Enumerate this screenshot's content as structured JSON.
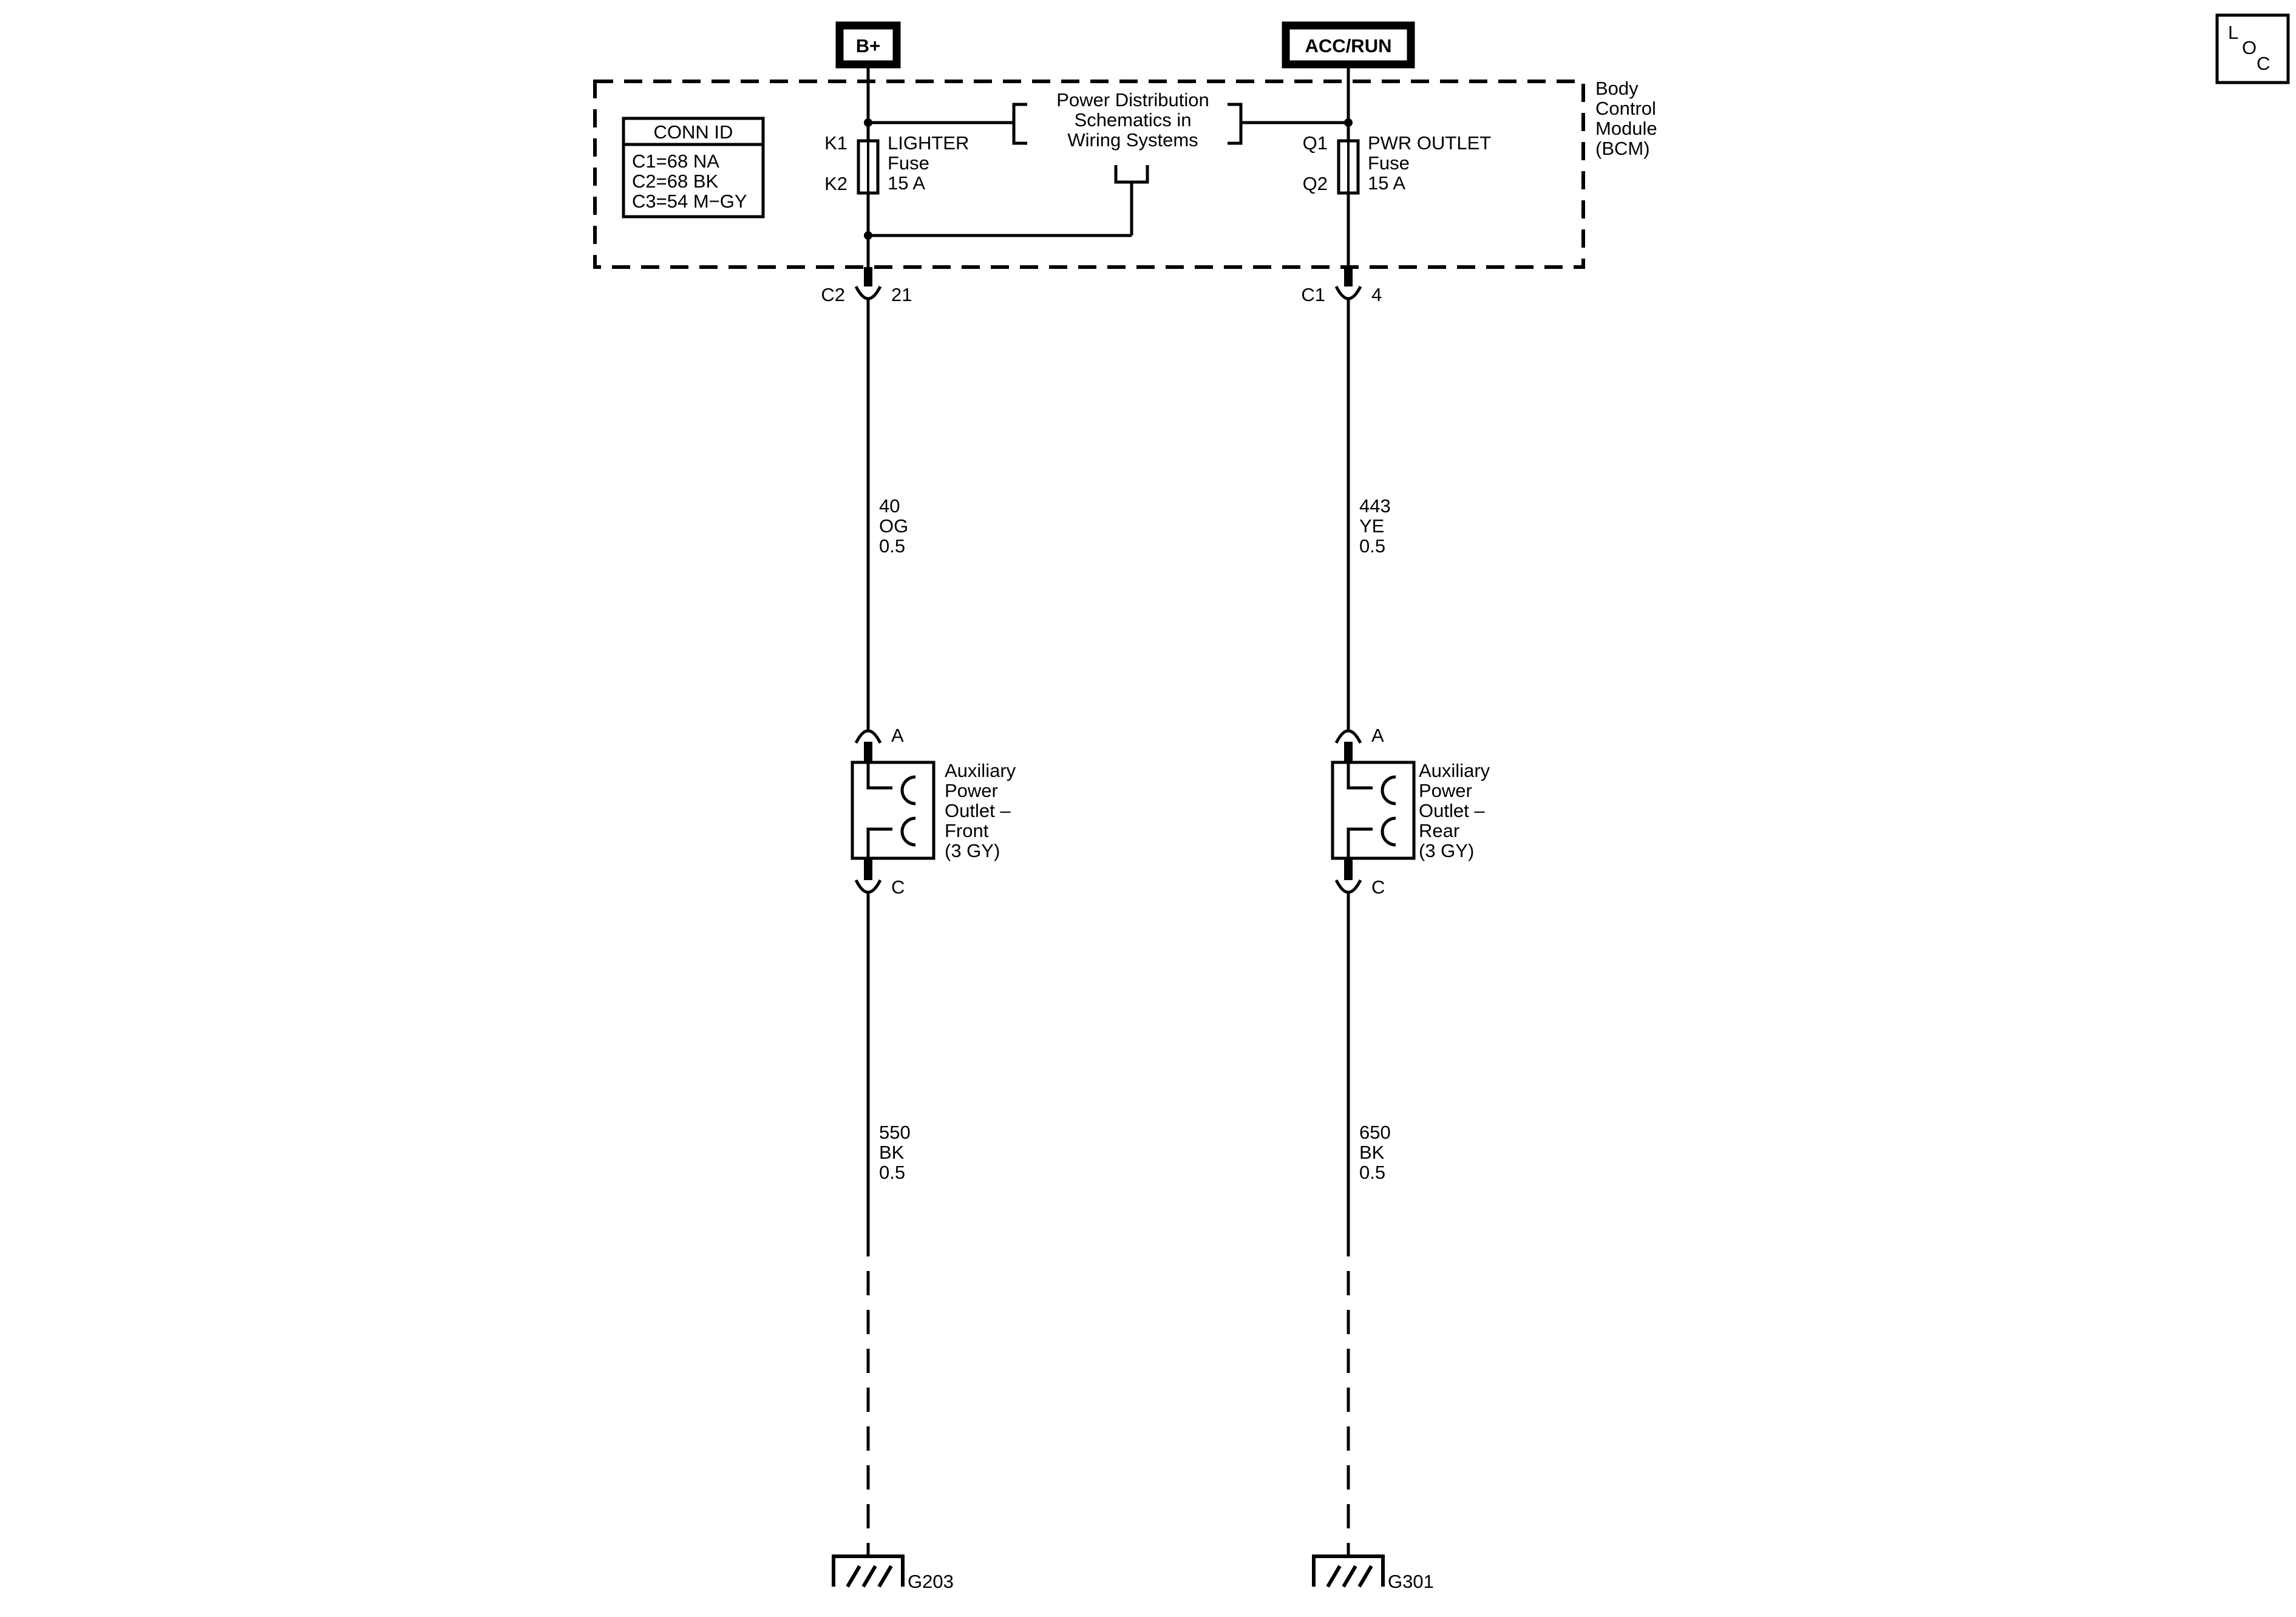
{
  "power_sources": {
    "battery": "B+",
    "accessory": "ACC/RUN"
  },
  "loc_symbol": {
    "l": "L",
    "o": "O",
    "c": "C"
  },
  "module": {
    "name_lines": [
      "Body",
      "Control",
      "Module",
      "(BCM)"
    ],
    "conn_id": {
      "title": "CONN ID",
      "rows": [
        "C1=68 NA",
        "C2=68 BK",
        "C3=54 M−GY"
      ]
    },
    "reference_lines": [
      "Power Distribution",
      "Schematics in",
      "Wiring Systems"
    ]
  },
  "circuits": {
    "left": {
      "fuse_pin_in": "K1",
      "fuse_pin_out": "K2",
      "fuse_lines": [
        "LIGHTER",
        "Fuse",
        "15 A"
      ],
      "connector": "C2",
      "connector_pin": "21",
      "wire_feed": [
        "40",
        "OG",
        "0.5"
      ],
      "device_pin_in": "A",
      "device_pin_out": "C",
      "device_lines": [
        "Auxiliary",
        "Power",
        "Outlet –",
        "Front",
        "(3 GY)"
      ],
      "wire_ground": [
        "550",
        "BK",
        "0.5"
      ],
      "ground": "G203"
    },
    "right": {
      "fuse_pin_in": "Q1",
      "fuse_pin_out": "Q2",
      "fuse_lines": [
        "PWR OUTLET",
        "Fuse",
        "15 A"
      ],
      "connector": "C1",
      "connector_pin": "4",
      "wire_feed": [
        "443",
        "YE",
        "0.5"
      ],
      "device_pin_in": "A",
      "device_pin_out": "C",
      "device_lines": [
        "Auxiliary",
        "Power",
        "Outlet –",
        "Rear",
        "(3 GY)"
      ],
      "wire_ground": [
        "650",
        "BK",
        "0.5"
      ],
      "ground": "G301"
    }
  }
}
